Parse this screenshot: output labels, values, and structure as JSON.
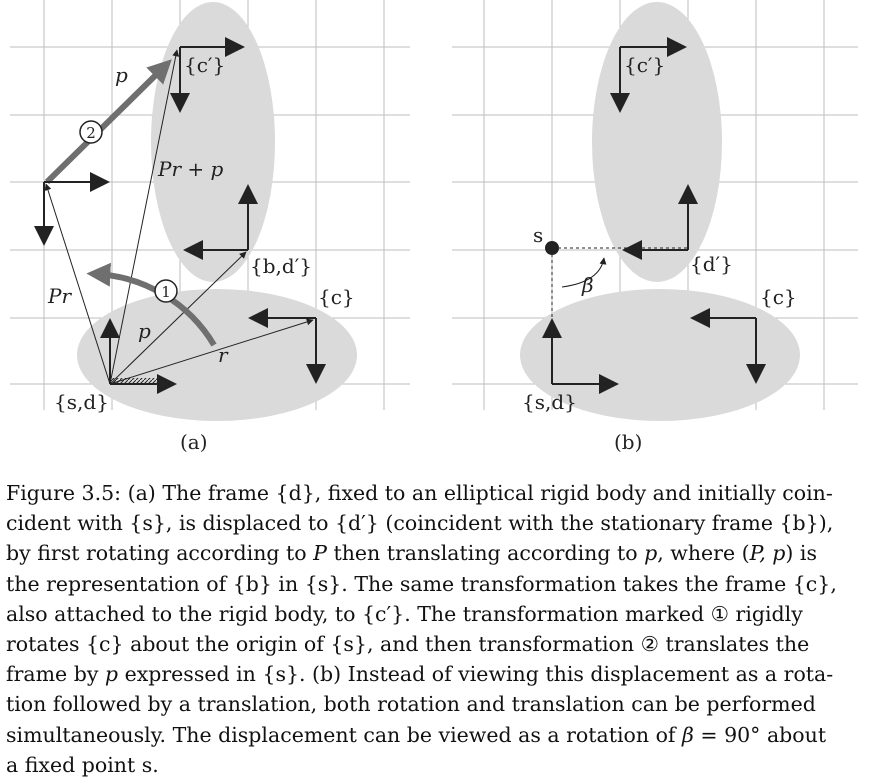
{
  "panel_a": {
    "sub_label": "(a)",
    "frame_s_d": "{s,d}",
    "frame_b_d_prime": "{b,d′}",
    "frame_c": "{c}",
    "frame_c_prime": "{c′}",
    "vector_p_top": "p",
    "vector_p_bottom": "p",
    "vector_Pr_plus_p": "Pr + p",
    "vector_Pr": "Pr",
    "vector_r": "r",
    "step_1": "1",
    "step_2": "2"
  },
  "panel_b": {
    "sub_label": "(b)",
    "point_s": "s",
    "angle_beta": "β",
    "frame_c_prime": "{c′}",
    "frame_d_prime": "{d′}",
    "frame_c": "{c}",
    "frame_s_d": "{s,d}"
  },
  "caption": {
    "line1": "Figure 3.5: (a) The frame {d}, fixed to an elliptical rigid body and initially coin-",
    "line2": "cident with {s}, is displaced to {d′} (coincident with the stationary frame {b}),",
    "line3_a": "by first rotating according to ",
    "line3_b": "P",
    "line3_c": " then translating according to ",
    "line3_d": "p",
    "line3_e": ", where (",
    "line3_f": "P, p",
    "line3_g": ") is",
    "line4": "the representation of {b} in {s}. The same transformation takes the frame {c},",
    "line5": "also attached to the rigid body, to {c′}. The transformation marked ① rigidly",
    "line6": "rotates {c} about the origin of {s}, and then transformation ② translates the",
    "line7_a": "frame by ",
    "line7_b": "p",
    "line7_c": " expressed in {s}. (b) Instead of viewing this displacement as a rota-",
    "line8": "tion followed by a translation, both rotation and translation can be performed",
    "line9_a": "simultaneously. The displacement can be viewed as a rotation of ",
    "line9_b": "β",
    "line9_c": " = 90° about",
    "line10": "a fixed point s."
  }
}
